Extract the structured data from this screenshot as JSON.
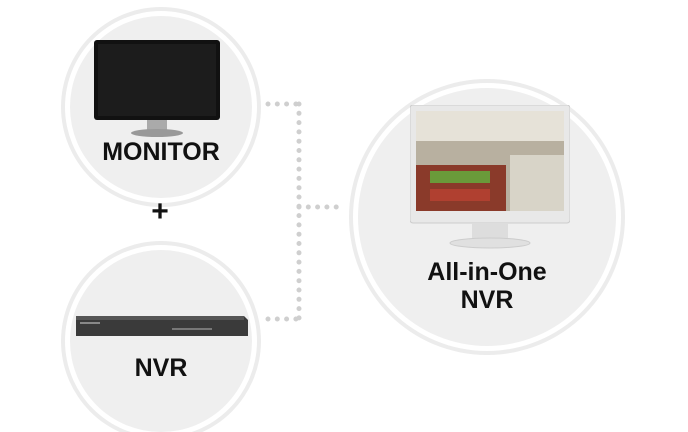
{
  "left_top": {
    "label": "MONITOR",
    "icon": "monitor-icon"
  },
  "plus": "+",
  "left_bottom": {
    "label": "NVR",
    "icon": "nvr-device-icon"
  },
  "right": {
    "label_line1": "All-in-One",
    "label_line2": "NVR",
    "icon": "all-in-one-monitor-icon"
  }
}
